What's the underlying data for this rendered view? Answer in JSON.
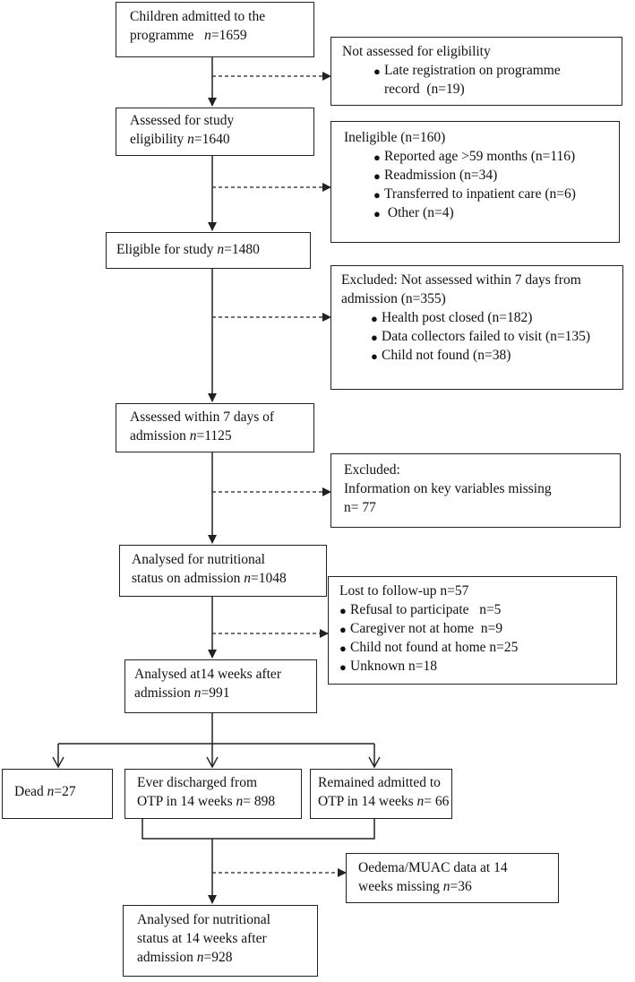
{
  "boxes": {
    "admitted": {
      "line1": "Children admitted to the",
      "line2": "programme",
      "n": "1659"
    },
    "not_assessed": {
      "title": "Not assessed for eligibility",
      "items": [
        {
          "text": "Late registration on programme",
          "text2": "record",
          "n": "(n=19)"
        }
      ]
    },
    "assessed": {
      "line1": "Assessed for study",
      "line2": "eligibility",
      "n": "1640"
    },
    "ineligible": {
      "title": "Ineligible (n=160)",
      "items": [
        {
          "text": "Reported age >59 months",
          "n": "(n=116)"
        },
        {
          "text": "Readmission",
          "n": "(n=34)"
        },
        {
          "text": "Transferred to inpatient care",
          "n": "(n=6)"
        },
        {
          "text": "Other",
          "n": "(n=4)"
        }
      ]
    },
    "eligible": {
      "line1": "Eligible for study",
      "n": "1480"
    },
    "excluded1": {
      "line1": "Excluded: Not assessed within 7 days from",
      "line2": "admission (n=355)",
      "items": [
        {
          "text": "Health post closed",
          "n": "(n=182)"
        },
        {
          "text": "Data collectors failed to visit",
          "n": "(n=135)"
        },
        {
          "text": "Child not found",
          "n": "(n=38)"
        }
      ]
    },
    "within7": {
      "line1": "Assessed within 7 days of",
      "line2": "admission",
      "n": "1125"
    },
    "excluded2": {
      "line1": "Excluded:",
      "line2": "Information on key variables missing",
      "line3": "n= 77"
    },
    "analysed_adm": {
      "line1": "Analysed for nutritional",
      "line2": "status on admission",
      "n": "1048"
    },
    "lost": {
      "title": "Lost to follow-up n=57",
      "items": [
        {
          "text": "Refusal to participate",
          "n": "n=5"
        },
        {
          "text": "Caregiver not at home",
          "n": "n=9"
        },
        {
          "text": "Child not found at home",
          "n": "n=25"
        },
        {
          "text": "Unknown",
          "n": "n=18"
        }
      ]
    },
    "wk14": {
      "line1": "Analysed at14 weeks after",
      "line2": "admission",
      "n": "991"
    },
    "dead": {
      "line1": "Dead",
      "n": "27"
    },
    "discharged": {
      "line1": "Ever discharged from",
      "line2": "OTP in 14 weeks",
      "n": "898"
    },
    "remained": {
      "line1": "Remained admitted to",
      "line2": "OTP in 14 weeks",
      "n": "66"
    },
    "oedema": {
      "line1": "Oedema/MUAC data at 14",
      "line2": "weeks missing",
      "n": "36"
    },
    "final": {
      "line1": "Analysed for nutritional",
      "line2": "status at 14 weeks after",
      "line3": "admission",
      "n": "928"
    }
  }
}
